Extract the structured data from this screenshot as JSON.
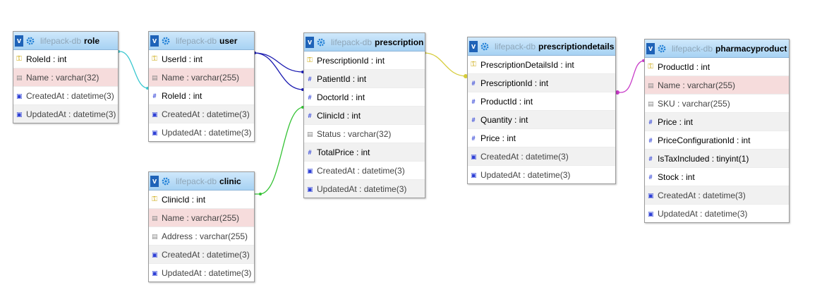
{
  "colors": {
    "link_role_user": "#3cc8d0",
    "link_user_prescription": "#1a1ab0",
    "link_clinic_prescription": "#33c233",
    "link_prescription_details": "#d6cc3a",
    "link_details_product": "#c83cc8"
  },
  "tables": {
    "role": {
      "db": "lifepack-db",
      "name": "role",
      "columns": [
        {
          "label": "RoleId : int",
          "icon": "key-icon"
        },
        {
          "label": "Name : varchar(32)",
          "icon": "string-icon"
        },
        {
          "label": "CreatedAt : datetime(3)",
          "icon": "datetime-icon"
        },
        {
          "label": "UpdatedAt : datetime(3)",
          "icon": "datetime-icon"
        }
      ]
    },
    "user": {
      "db": "lifepack-db",
      "name": "user",
      "columns": [
        {
          "label": "UserId : int",
          "icon": "key-icon"
        },
        {
          "label": "Name : varchar(255)",
          "icon": "string-icon"
        },
        {
          "label": "RoleId : int",
          "icon": "number-icon"
        },
        {
          "label": "CreatedAt : datetime(3)",
          "icon": "datetime-icon"
        },
        {
          "label": "UpdatedAt : datetime(3)",
          "icon": "datetime-icon"
        }
      ]
    },
    "clinic": {
      "db": "lifepack-db",
      "name": "clinic",
      "columns": [
        {
          "label": "ClinicId : int",
          "icon": "key-icon"
        },
        {
          "label": "Name : varchar(255)",
          "icon": "string-icon"
        },
        {
          "label": "Address : varchar(255)",
          "icon": "string-icon"
        },
        {
          "label": "CreatedAt : datetime(3)",
          "icon": "datetime-icon"
        },
        {
          "label": "UpdatedAt : datetime(3)",
          "icon": "datetime-icon"
        }
      ]
    },
    "prescription": {
      "db": "lifepack-db",
      "name": "prescription",
      "columns": [
        {
          "label": "PrescriptionId : int",
          "icon": "key-icon"
        },
        {
          "label": "PatientId : int",
          "icon": "number-icon"
        },
        {
          "label": "DoctorId : int",
          "icon": "number-icon"
        },
        {
          "label": "ClinicId : int",
          "icon": "number-icon"
        },
        {
          "label": "Status : varchar(32)",
          "icon": "string-icon"
        },
        {
          "label": "TotalPrice : int",
          "icon": "number-icon"
        },
        {
          "label": "CreatedAt : datetime(3)",
          "icon": "datetime-icon"
        },
        {
          "label": "UpdatedAt : datetime(3)",
          "icon": "datetime-icon"
        }
      ]
    },
    "prescriptiondetails": {
      "db": "lifepack-db",
      "name": "prescriptiondetails",
      "columns": [
        {
          "label": "PrescriptionDetailsId : int",
          "icon": "key-icon"
        },
        {
          "label": "PrescriptionId : int",
          "icon": "number-icon"
        },
        {
          "label": "ProductId : int",
          "icon": "number-icon"
        },
        {
          "label": "Quantity : int",
          "icon": "number-icon"
        },
        {
          "label": "Price : int",
          "icon": "number-icon"
        },
        {
          "label": "CreatedAt : datetime(3)",
          "icon": "datetime-icon"
        },
        {
          "label": "UpdatedAt : datetime(3)",
          "icon": "datetime-icon"
        }
      ]
    },
    "pharmacyproduct": {
      "db": "lifepack-db",
      "name": "pharmacyproduct",
      "columns": [
        {
          "label": "ProductId : int",
          "icon": "key-icon"
        },
        {
          "label": "Name : varchar(255)",
          "icon": "string-icon"
        },
        {
          "label": "SKU : varchar(255)",
          "icon": "string-icon"
        },
        {
          "label": "Price : int",
          "icon": "number-icon"
        },
        {
          "label": "PriceConfigurationId : int",
          "icon": "number-icon"
        },
        {
          "label": "IsTaxIncluded : tinyint(1)",
          "icon": "number-icon"
        },
        {
          "label": "Stock : int",
          "icon": "number-icon"
        },
        {
          "label": "CreatedAt : datetime(3)",
          "icon": "datetime-icon"
        },
        {
          "label": "UpdatedAt : datetime(3)",
          "icon": "datetime-icon"
        }
      ]
    }
  },
  "toggle_label": "v"
}
